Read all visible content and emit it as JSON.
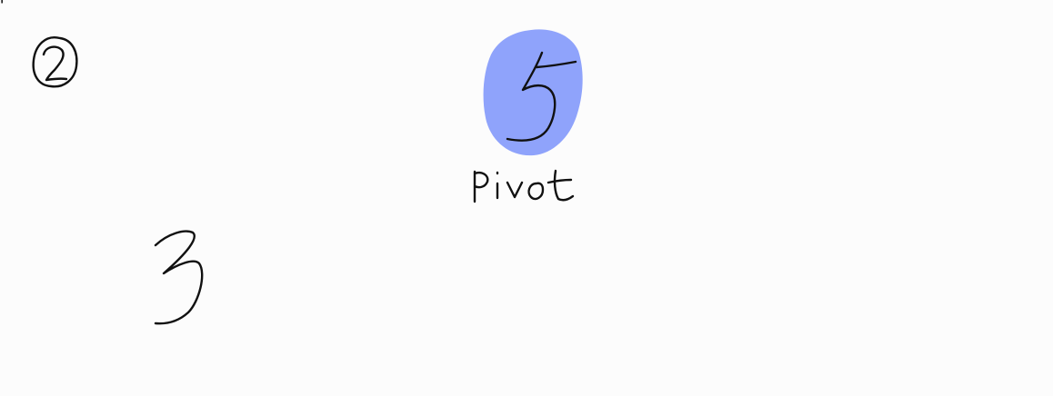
{
  "step_marker": {
    "text": "2",
    "circled": true
  },
  "pivot_node": {
    "value": "5",
    "highlight_color": "#8fa3fb",
    "label": "pivot"
  },
  "node_three": {
    "value": "3"
  },
  "colors": {
    "background": "#fcfcfc",
    "ink": "#111111"
  }
}
